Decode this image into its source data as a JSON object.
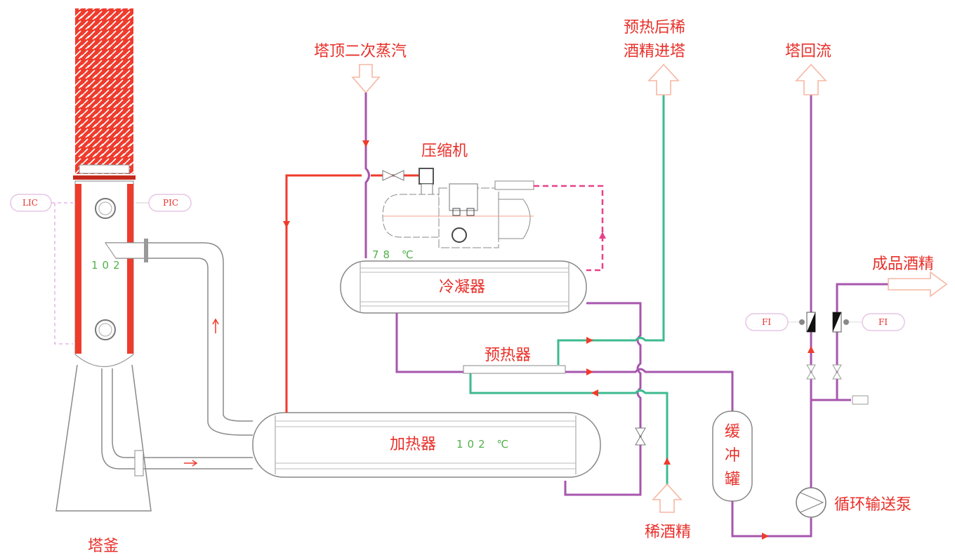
{
  "labels": {
    "column_bottom": "塔釜",
    "top_vapor": "塔顶二次蒸汽",
    "compressor": "压缩机",
    "condenser": "冷凝器",
    "preheater": "预热器",
    "heater": "加热器",
    "preheated_feed_line1": "预热后稀",
    "preheated_feed_line2": "酒精进塔",
    "reflux": "塔回流",
    "product": "成品酒精",
    "dilute_feed": "稀酒精",
    "buffer_tank": [
      "缓",
      "冲",
      "罐"
    ],
    "pump": "循环输送泵"
  },
  "instruments": {
    "lic": "LIC",
    "pic": "PIC",
    "fi_left": "FI",
    "fi_right": "FI"
  },
  "temperatures": {
    "column": "102",
    "condenser": "78 ℃",
    "heater": "102 ℃"
  },
  "colors": {
    "steam_line": "#ef3b2c",
    "liquid_line": "#a656ad",
    "feed_line": "#3dba8f",
    "label_text": "#e8302a",
    "temperature_text": "#52b04a"
  }
}
